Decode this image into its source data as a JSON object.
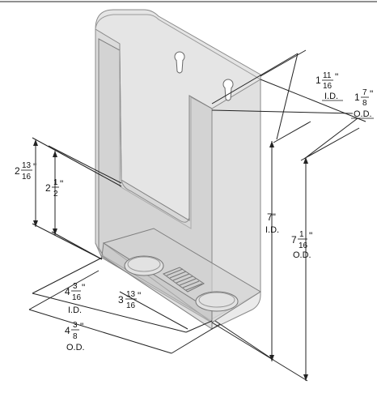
{
  "dimensions": {
    "inner_depth": {
      "whole": "1",
      "num": "11",
      "den": "16",
      "unit": "\"",
      "caption": "I.D."
    },
    "outer_depth": {
      "whole": "1",
      "num": "7",
      "den": "8",
      "unit": "\"",
      "caption": "O.D."
    },
    "cutout_height": {
      "whole": "2",
      "num": "13",
      "den": "16",
      "unit": "\""
    },
    "front_height": {
      "whole": "2",
      "num": "1",
      "den": "2",
      "unit": "\""
    },
    "inner_height": {
      "value": "7\"",
      "caption": "I.D."
    },
    "outer_height": {
      "whole": "7",
      "num": "1",
      "den": "16",
      "unit": "\"",
      "caption": "O.D."
    },
    "inner_width": {
      "whole": "4",
      "num": "3",
      "den": "16",
      "unit": "\"",
      "caption": "I.D."
    },
    "cutout_width": {
      "whole": "3",
      "num": "13",
      "den": "16",
      "unit": "\""
    },
    "outer_width": {
      "whole": "4",
      "num": "3",
      "den": "8",
      "unit": "\"",
      "caption": "O.D."
    }
  },
  "colors": {
    "line": "#222222",
    "holder_fill": "#d9d9d9",
    "holder_edge": "#8a8a8a"
  }
}
